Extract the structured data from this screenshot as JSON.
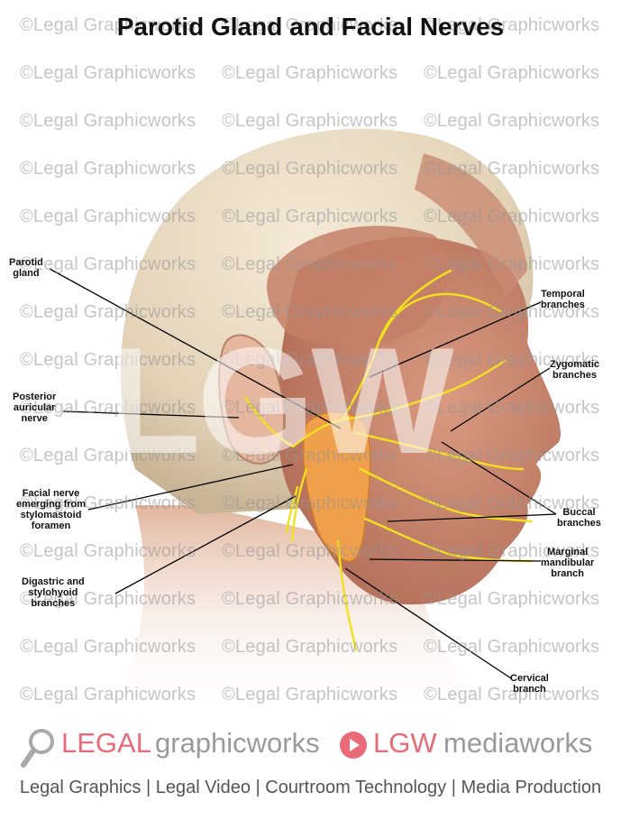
{
  "title": "Parotid Gland and Facial Nerves",
  "watermark": {
    "text": "©Legal Graphicworks",
    "logo_text": "LGW"
  },
  "labels": {
    "parotid_gland": [
      "Parotid",
      "gland"
    ],
    "posterior_auricular_nerve": [
      "Posterior",
      "auricular",
      "nerve"
    ],
    "facial_nerve_emerging": [
      "Facial nerve",
      "emerging from",
      "stylomastoid",
      "foramen"
    ],
    "digastric_stylohyoid": [
      "Digastric and",
      "stylohyoid",
      "branches"
    ],
    "temporal_branches": [
      "Temporal",
      "branches"
    ],
    "zygomatic_branches": [
      "Zygomatic",
      "branches"
    ],
    "buccal_branches": [
      "Buccal",
      "branches"
    ],
    "marginal_mandibular": [
      "Marginal",
      "mandibular",
      "branch"
    ],
    "cervical_branch": [
      "Cervical",
      "branch"
    ]
  },
  "footer": {
    "brand_legal": "LEGAL",
    "brand_graphicworks": "graphicworks",
    "brand_lgw": "LGW",
    "brand_mediaworks": "mediaworks",
    "tagline": "Legal Graphics | Legal Video | Courtroom Technology | Media Production"
  },
  "colors": {
    "nerve": "#f2e11e",
    "gland": "#f0a04a",
    "muscle": "#c9836a",
    "skin": "#ecc9b2",
    "brand_red": "#e86b77",
    "brand_grey": "#9a9a9a"
  },
  "icons": [
    "magnifier-icon",
    "play-circle-icon"
  ]
}
